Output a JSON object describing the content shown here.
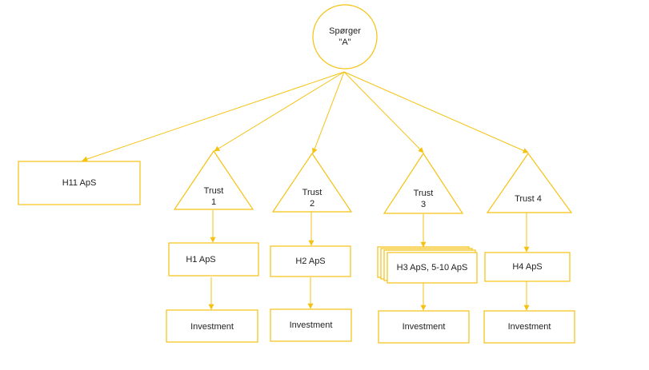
{
  "colors": {
    "stroke": "#f5c211",
    "fill": "#ffffff",
    "text": "#222222"
  },
  "root": {
    "label": "Spørger\n\"A\"",
    "shape": "circle"
  },
  "companies": [
    {
      "id": "h11",
      "label": "H11 ApS",
      "shape": "rectangle"
    }
  ],
  "trusts": [
    {
      "id": "trust1",
      "label": "Trust\n1",
      "shape": "triangle",
      "company": {
        "label": "H1 ApS",
        "stacked": false
      },
      "investment": {
        "label": "Investment"
      }
    },
    {
      "id": "trust2",
      "label": "Trust\n2",
      "shape": "triangle",
      "company": {
        "label": "H2 ApS",
        "stacked": false
      },
      "investment": {
        "label": "Investment"
      }
    },
    {
      "id": "trust3",
      "label": "Trust\n3",
      "shape": "triangle",
      "company": {
        "label": "H3 ApS, 5-10 ApS",
        "stacked": true
      },
      "investment": {
        "label": "Investment"
      }
    },
    {
      "id": "trust4",
      "label": "Trust 4",
      "shape": "triangle",
      "company": {
        "label": "H4 ApS",
        "stacked": false
      },
      "investment": {
        "label": "Investment"
      }
    }
  ]
}
